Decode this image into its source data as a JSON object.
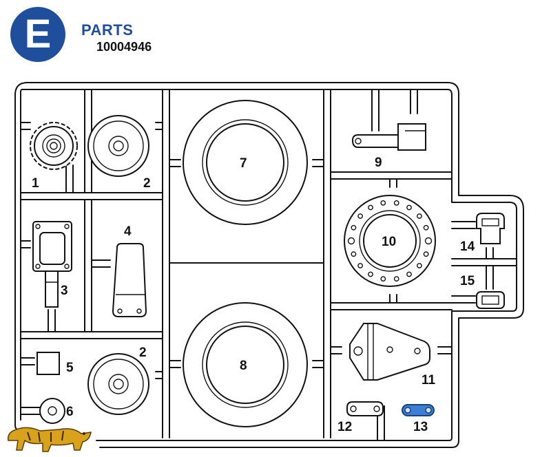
{
  "header": {
    "badge_letter": "E",
    "title": "PARTS",
    "part_number": "10004946"
  },
  "parts": [
    {
      "id": "part-1",
      "label": "1"
    },
    {
      "id": "part-2-top",
      "label": "2"
    },
    {
      "id": "part-2-bottom",
      "label": "2"
    },
    {
      "id": "part-3",
      "label": "3"
    },
    {
      "id": "part-4",
      "label": "4"
    },
    {
      "id": "part-5",
      "label": "5"
    },
    {
      "id": "part-6",
      "label": "6"
    },
    {
      "id": "part-7",
      "label": "7"
    },
    {
      "id": "part-8",
      "label": "8"
    },
    {
      "id": "part-9",
      "label": "9"
    },
    {
      "id": "part-10",
      "label": "10"
    },
    {
      "id": "part-11",
      "label": "11"
    },
    {
      "id": "part-12",
      "label": "12"
    },
    {
      "id": "part-13",
      "label": "13"
    },
    {
      "id": "part-14",
      "label": "14"
    },
    {
      "id": "part-15",
      "label": "15"
    }
  ],
  "colors": {
    "badge": "#1f4f9c",
    "title": "#1f4f9c",
    "highlight_part": "#3b7fd4",
    "logo": "#d9a21b"
  },
  "logo": {
    "icon": "tiger-logo-icon"
  }
}
